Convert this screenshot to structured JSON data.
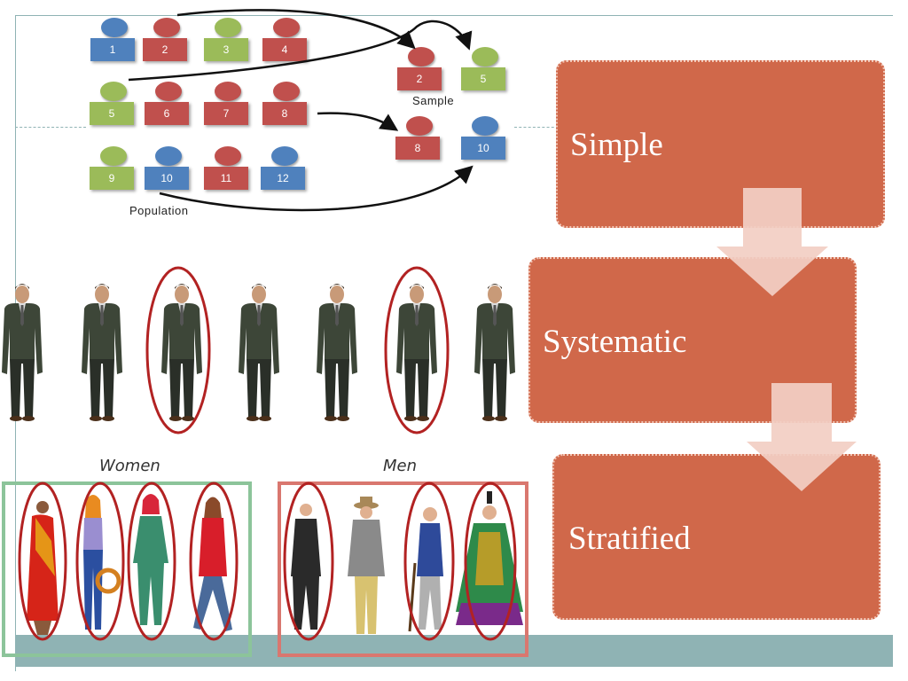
{
  "population": {
    "caption": "Population",
    "units": [
      {
        "label": "1",
        "color": "blue"
      },
      {
        "label": "2",
        "color": "red"
      },
      {
        "label": "3",
        "color": "green"
      },
      {
        "label": "4",
        "color": "red"
      },
      {
        "label": "5",
        "color": "green"
      },
      {
        "label": "6",
        "color": "red"
      },
      {
        "label": "7",
        "color": "red"
      },
      {
        "label": "8",
        "color": "red"
      },
      {
        "label": "9",
        "color": "green"
      },
      {
        "label": "10",
        "color": "blue"
      },
      {
        "label": "11",
        "color": "red"
      },
      {
        "label": "12",
        "color": "blue"
      }
    ]
  },
  "sample": {
    "caption": "Sample",
    "units": [
      {
        "label": "2",
        "color": "red"
      },
      {
        "label": "5",
        "color": "green"
      },
      {
        "label": "8",
        "color": "red"
      },
      {
        "label": "10",
        "color": "blue"
      }
    ]
  },
  "steps": [
    {
      "label": "Simple"
    },
    {
      "label": "Systematic"
    },
    {
      "label": "Stratified"
    }
  ],
  "strata": {
    "women_label": "Women",
    "men_label": "Men"
  },
  "colors": {
    "step_fill": "#d0684a",
    "arrow_fill": "#f2cfc4",
    "accent_bar": "#8fb3b4",
    "unit_blue": "#4f81bd",
    "unit_red": "#c0504d",
    "unit_green": "#9bbb59",
    "women_frame": "#8cc49a",
    "men_frame": "#d9776f",
    "select_ring": "#b22222"
  }
}
